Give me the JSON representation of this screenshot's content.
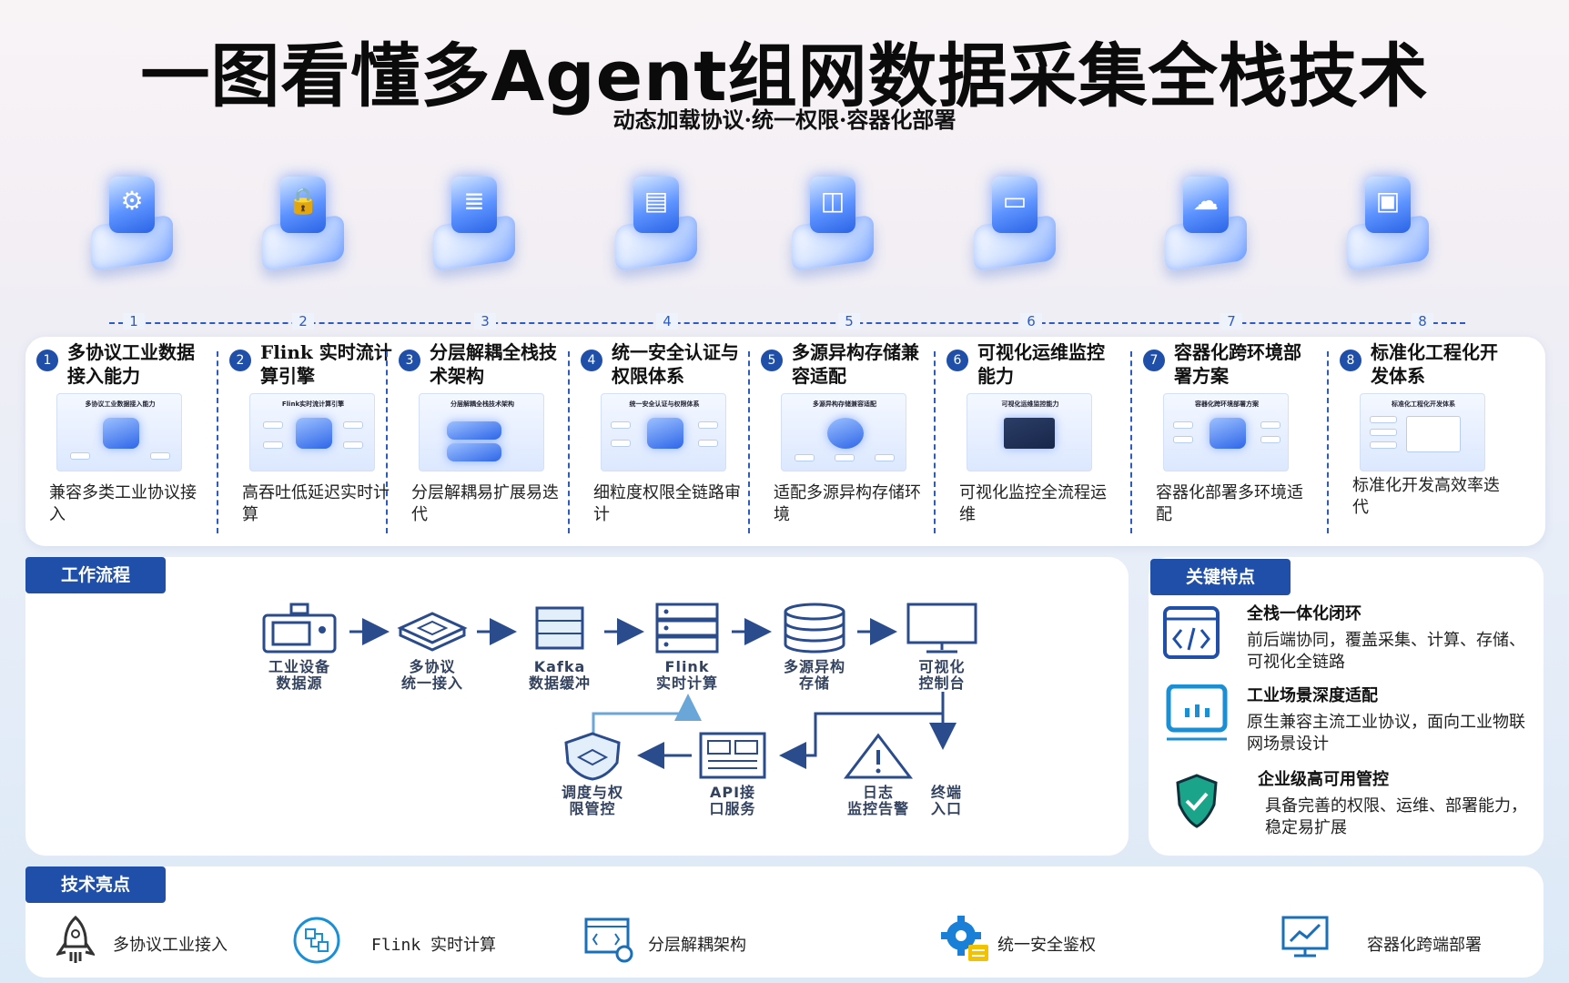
{
  "title": "一图看懂多Agent组网数据采集全栈技术",
  "subtitle": "动态加载协议·统一权限·容器化部署",
  "timeline": [
    "1",
    "2",
    "3",
    "4",
    "5",
    "6",
    "7",
    "8"
  ],
  "capabilities": [
    {
      "num": "1",
      "title": "多协议工业数据接入能力",
      "thumb": "多协议工业数据接入能力",
      "desc": "兼容多类工业协议接入"
    },
    {
      "num": "2",
      "title": "Flink 实时流计算引擎",
      "thumb": "Flink实时流计算引擎",
      "desc": "高吞吐低延迟实时计算"
    },
    {
      "num": "3",
      "title": "分层解耦全栈技术架构",
      "thumb": "分层解耦全栈技术架构",
      "desc": "分层解耦易扩展易迭代"
    },
    {
      "num": "4",
      "title": "统一安全认证与权限体系",
      "thumb": "统一安全认证与权限体系",
      "desc": "细粒度权限全链路审计"
    },
    {
      "num": "5",
      "title": "多源异构存储兼容适配",
      "thumb": "多源异构存储兼容适配",
      "desc": "适配多源异构存储环境"
    },
    {
      "num": "6",
      "title": "可视化运维监控能力",
      "thumb": "可视化运维监控能力",
      "desc": "可视化监控全流程运维"
    },
    {
      "num": "7",
      "title": "容器化跨环境部署方案",
      "thumb": "容器化跨环境部署方案",
      "desc": "容器化部署多环境适配"
    },
    {
      "num": "8",
      "title": "标准化工程化开发体系",
      "thumb": "标准化工程化开发体系",
      "desc": "标准化开发高效率迭代"
    }
  ],
  "workflow": {
    "tag": "工作流程",
    "nodes": [
      {
        "label1": "工业设备",
        "label2": "数据源"
      },
      {
        "label1": "多协议",
        "label2": "统一接入"
      },
      {
        "label1": "Kafka",
        "label2": "数据缓冲"
      },
      {
        "label1": "Flink",
        "label2": "实时计算"
      },
      {
        "label1": "多源异构",
        "label2": "存储"
      },
      {
        "label1": "可视化",
        "label2": "控制台"
      },
      {
        "label1": "调度与权",
        "label2": "限管控"
      },
      {
        "label1": "API接",
        "label2": "口服务"
      },
      {
        "label1": "日志",
        "label2": "监控告警"
      },
      {
        "label1": "终端",
        "label2": "入口"
      }
    ]
  },
  "features": {
    "tag": "关键特点",
    "items": [
      {
        "title": "全栈一体化闭环",
        "desc": "前后端协同，覆盖采集、计算、存储、可视化全链路"
      },
      {
        "title": "工业场景深度适配",
        "desc": "原生兼容主流工业协议，面向工业物联网场景设计"
      },
      {
        "title": "企业级高可用管控",
        "desc": "具备完善的权限、运维、部署能力，稳定易扩展"
      }
    ]
  },
  "highlights": {
    "tag": "技术亮点",
    "items": [
      "多协议工业接入",
      "Flink 实时计算",
      "分层解耦架构",
      "统一安全鉴权",
      "容器化跨端部署"
    ]
  },
  "colors": {
    "accent": "#1f4fa8",
    "dash": "#2e5bc2",
    "icon": "#2a63e6",
    "shield": "#1aa58a"
  }
}
